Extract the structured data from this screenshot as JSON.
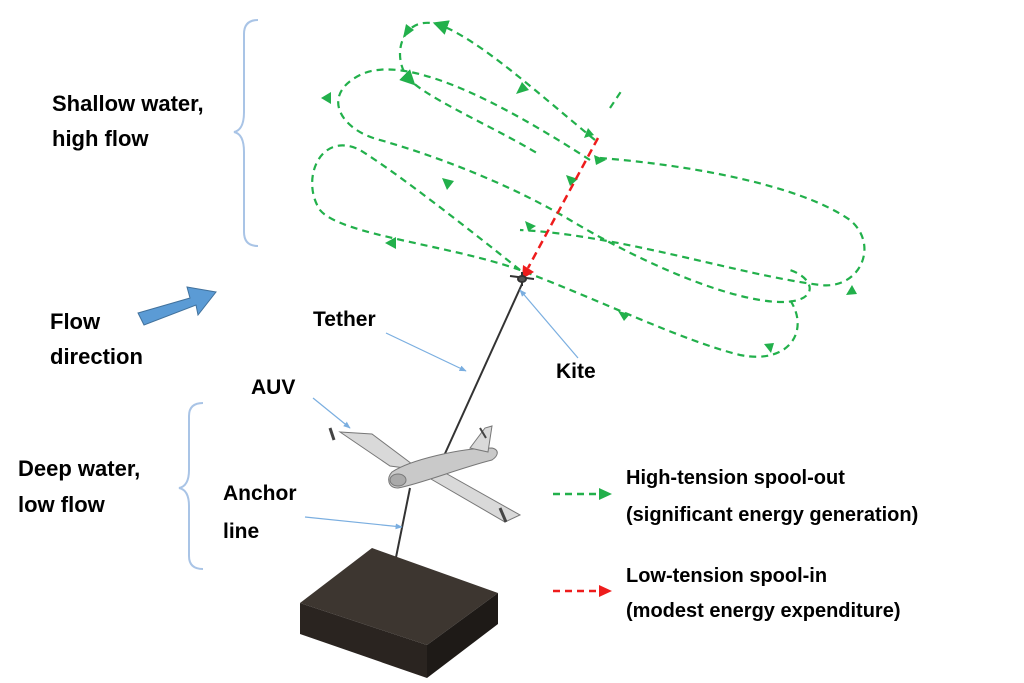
{
  "labels": {
    "shallow_line1": "Shallow water,",
    "shallow_line2": "high flow",
    "flow_line1": "Flow",
    "flow_line2": "direction",
    "tether": "Tether",
    "kite": "Kite",
    "auv": "AUV",
    "deep_line1": "Deep water,",
    "deep_line2": "low flow",
    "anchor_line1": "Anchor",
    "anchor_line2": "line"
  },
  "legend": [
    {
      "line1": "High-tension spool-out",
      "line2": "(significant energy generation)",
      "color": "#22b04b"
    },
    {
      "line1": "Low-tension spool-in",
      "line2": "(modest energy expenditure)",
      "color": "#ee1c1c"
    }
  ],
  "colors": {
    "spool_out": "#22b04b",
    "spool_in": "#ee1c1c",
    "flow_arrow": "#5b9bd5",
    "bracket": "#a9c4e6",
    "callout": "#7aaee0",
    "anchor_block": "#3d3630",
    "auv_body": "#c9c9c9"
  },
  "icons": {
    "flow": "flow-direction-arrow",
    "kite": "kite-icon",
    "auv": "auv-icon",
    "anchor": "anchor-block-icon"
  }
}
